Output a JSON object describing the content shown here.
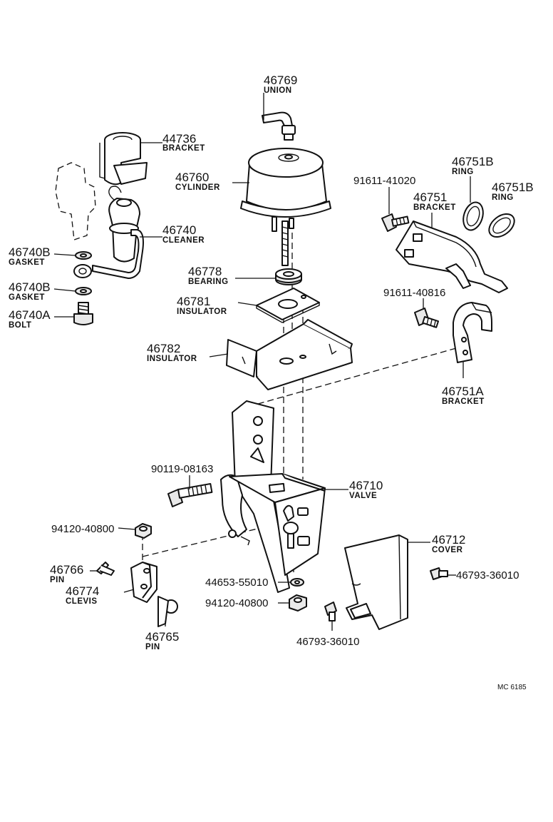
{
  "diagram": {
    "code": "MC 6185",
    "callouts": [
      {
        "id": "union",
        "number": "46769",
        "name": "UNION"
      },
      {
        "id": "bracket-44736",
        "number": "44736",
        "name": "BRACKET"
      },
      {
        "id": "cylinder",
        "number": "46760",
        "name": "CYLINDER"
      },
      {
        "id": "cleaner",
        "number": "46740",
        "name": "CLEANER"
      },
      {
        "id": "gasket-1",
        "number": "46740B",
        "name": "GASKET"
      },
      {
        "id": "gasket-2",
        "number": "46740B",
        "name": "GASKET"
      },
      {
        "id": "bolt",
        "number": "46740A",
        "name": "BOLT"
      },
      {
        "id": "bearing",
        "number": "46778",
        "name": "BEARING"
      },
      {
        "id": "insulator-46781",
        "number": "46781",
        "name": "INSULATOR"
      },
      {
        "id": "insulator-46782",
        "number": "46782",
        "name": "INSULATOR"
      },
      {
        "id": "bolt-91611-41020",
        "number": "91611-41020",
        "name": ""
      },
      {
        "id": "ring-1",
        "number": "46751B",
        "name": "RING"
      },
      {
        "id": "ring-2",
        "number": "46751B",
        "name": "RING"
      },
      {
        "id": "bracket-46751",
        "number": "46751",
        "name": "BRACKET"
      },
      {
        "id": "bolt-91611-40816",
        "number": "91611-40816",
        "name": ""
      },
      {
        "id": "bracket-46751a",
        "number": "46751A",
        "name": "BRACKET"
      },
      {
        "id": "bolt-90119",
        "number": "90119-08163",
        "name": ""
      },
      {
        "id": "valve",
        "number": "46710",
        "name": "VALVE"
      },
      {
        "id": "nut-94120-a",
        "number": "94120-40800",
        "name": ""
      },
      {
        "id": "cover",
        "number": "46712",
        "name": "COVER"
      },
      {
        "id": "pin-46766",
        "number": "46766",
        "name": "PIN"
      },
      {
        "id": "screw-46793-a",
        "number": "46793-36010",
        "name": ""
      },
      {
        "id": "clevis",
        "number": "46774",
        "name": "CLEVIS"
      },
      {
        "id": "washer-44653",
        "number": "44653-55010",
        "name": ""
      },
      {
        "id": "nut-94120-b",
        "number": "94120-40800",
        "name": ""
      },
      {
        "id": "pin-46765",
        "number": "46765",
        "name": "PIN"
      },
      {
        "id": "screw-46793-b",
        "number": "46793-36010",
        "name": ""
      }
    ]
  }
}
